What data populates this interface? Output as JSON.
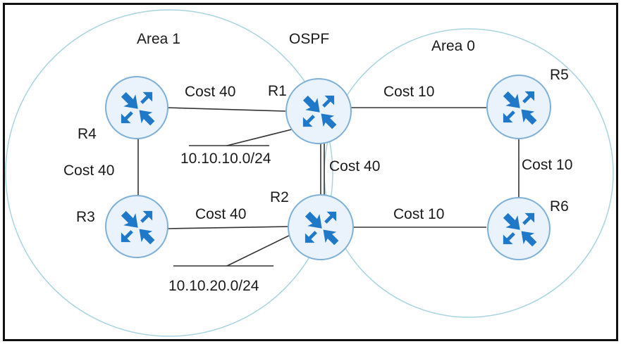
{
  "diagram": {
    "title": "OSPF",
    "colors": {
      "area_circle": "#a9d4df",
      "router_fill": "#eaf3fb",
      "router_stroke": "#7fb0d8",
      "arrow": "#1f78c8",
      "link": "#333333",
      "frame": "#111111"
    },
    "areas": [
      {
        "id": "area1",
        "label": "Area 1"
      },
      {
        "id": "area0",
        "label": "Area 0"
      }
    ],
    "routers": [
      {
        "id": "R1",
        "label": "R1"
      },
      {
        "id": "R2",
        "label": "R2"
      },
      {
        "id": "R3",
        "label": "R3"
      },
      {
        "id": "R4",
        "label": "R4"
      },
      {
        "id": "R5",
        "label": "R5"
      },
      {
        "id": "R6",
        "label": "R6"
      }
    ],
    "links": [
      {
        "id": "r4-r1",
        "from": "R4",
        "to": "R1",
        "label": "Cost 40"
      },
      {
        "id": "r1-r5",
        "from": "R1",
        "to": "R5",
        "label": "Cost 10"
      },
      {
        "id": "r4-r3",
        "from": "R4",
        "to": "R3",
        "label": "Cost 40"
      },
      {
        "id": "r1-r2",
        "from": "R1",
        "to": "R2",
        "label": "Cost 40"
      },
      {
        "id": "r5-r6",
        "from": "R5",
        "to": "R6",
        "label": "Cost 10"
      },
      {
        "id": "r3-r2",
        "from": "R3",
        "to": "R2",
        "label": "Cost 40"
      },
      {
        "id": "r2-r6",
        "from": "R2",
        "to": "R6",
        "label": "Cost 10"
      }
    ],
    "networks": [
      {
        "id": "net1",
        "router": "R1",
        "label": "10.10.10.0/24"
      },
      {
        "id": "net2",
        "router": "R2",
        "label": "10.10.20.0/24"
      }
    ]
  }
}
